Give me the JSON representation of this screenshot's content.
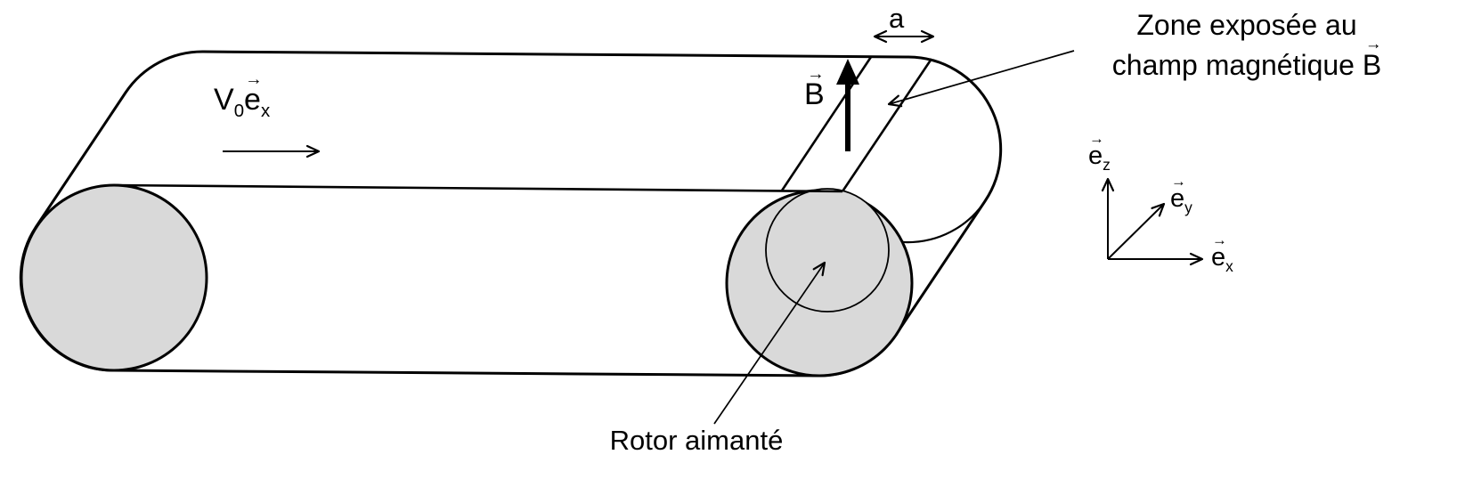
{
  "labels": {
    "vec_arrow": "→",
    "velocity": {
      "base": "V",
      "sub": "0",
      "vec_base": "e",
      "vec_sub": "x"
    },
    "zone_width": "a",
    "field": {
      "vec_base": "B"
    },
    "zone_line1": "Zone exposée au",
    "zone_line2_prefix": "champ magnétique",
    "zone_line2_vec": "B",
    "rotor": "Rotor aimanté",
    "axis_x": {
      "vec_base": "e",
      "sub": "x"
    },
    "axis_y": {
      "vec_base": "e",
      "sub": "y"
    },
    "axis_z": {
      "vec_base": "e",
      "sub": "z"
    }
  },
  "colors": {
    "stroke": "#000000",
    "roller_fill": "#d9d9d9",
    "background": "#ffffff"
  }
}
